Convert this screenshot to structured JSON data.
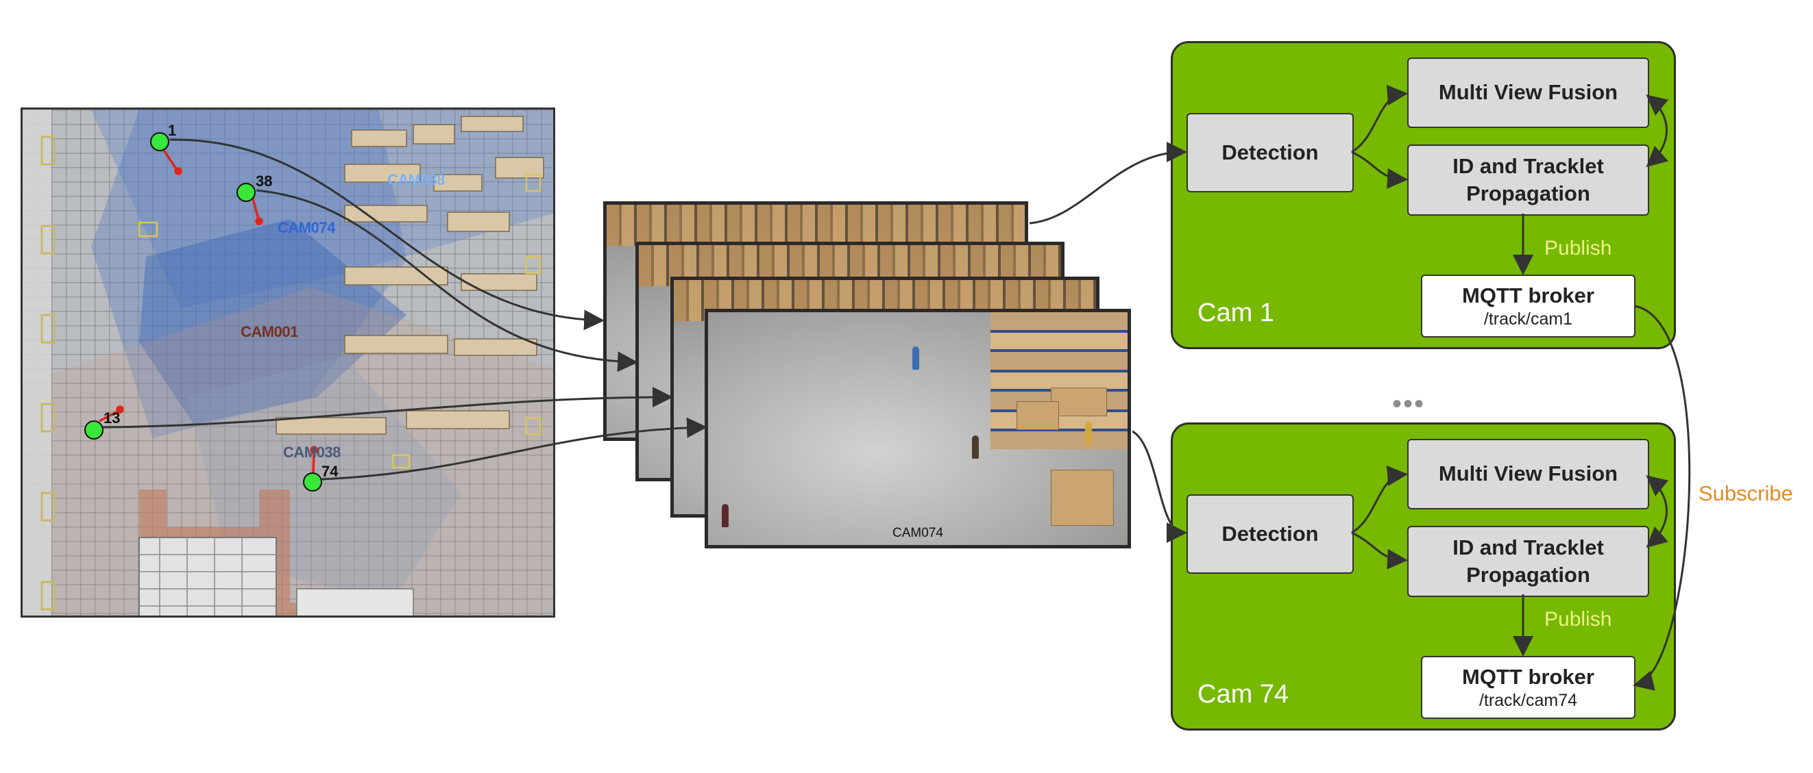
{
  "floor_map": {
    "camera_labels": {
      "cam074": "CAM074",
      "cam001": "CAM001",
      "cam038": "CAM038",
      "cam_faded": "CAM038"
    },
    "markers": [
      "1",
      "38",
      "13",
      "74"
    ]
  },
  "frames": {
    "front_caption": "CAM074"
  },
  "ellipsis": "•••",
  "subscribe_label": "Subscribe",
  "panels": [
    {
      "label": "Cam 1",
      "detection": "Detection",
      "fusion": "Multi View Fusion",
      "tracklet_line1": "ID and Tracklet",
      "tracklet_line2": "Propagation",
      "publish": "Publish",
      "broker_title": "MQTT broker",
      "broker_topic": "/track/cam1"
    },
    {
      "label": "Cam 74",
      "detection": "Detection",
      "fusion": "Multi View Fusion",
      "tracklet_line1": "ID and Tracklet",
      "tracklet_line2": "Propagation",
      "publish": "Publish",
      "broker_title": "MQTT broker",
      "broker_topic": "/track/cam74"
    }
  ],
  "colors": {
    "panel": "#76b900",
    "publish": "#eef08a",
    "subscribe": "#e88a1e",
    "marker": "#39e63a"
  }
}
